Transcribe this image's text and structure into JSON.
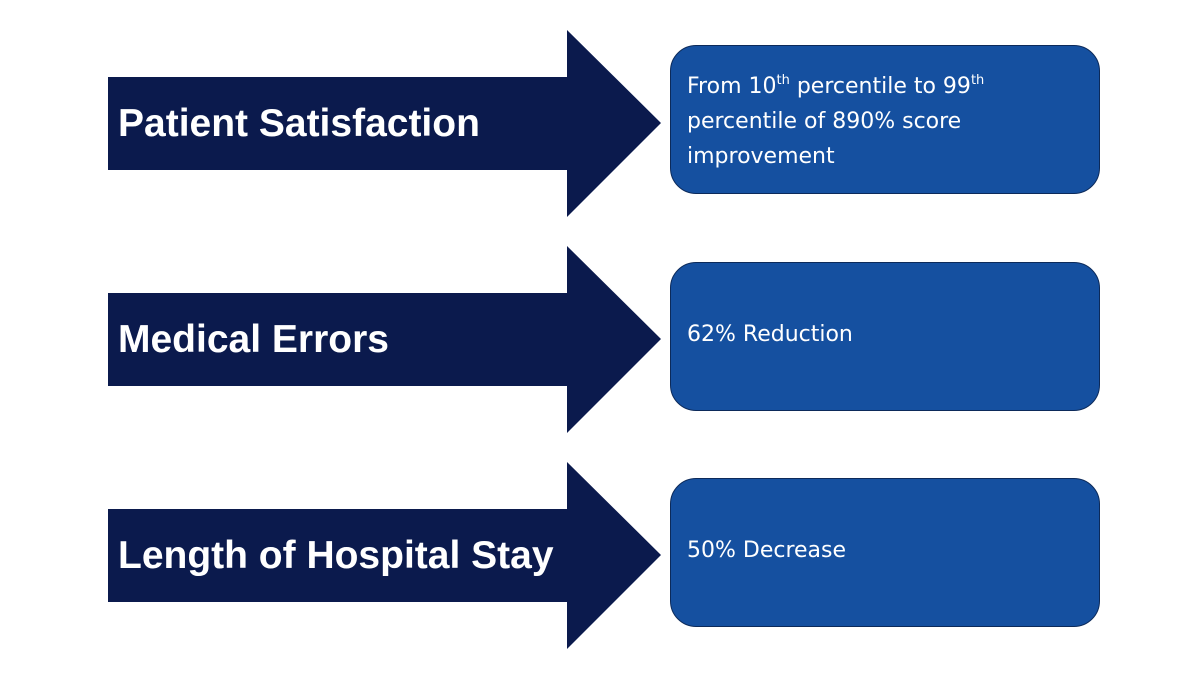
{
  "colors": {
    "arrow": "#0b1a4d",
    "box": "#1550a0",
    "text": "#ffffff"
  },
  "rows": [
    {
      "label": "Patient Satisfaction",
      "result": {
        "part1": "From 10",
        "sup1": "th",
        "part2": " percentile to 99",
        "sup2": "th",
        "part3": " percentile of 890% score improvement"
      }
    },
    {
      "label": "Medical Errors",
      "result": {
        "text": "62% Reduction"
      }
    },
    {
      "label": "Length of Hospital Stay",
      "result": {
        "text": "50% Decrease"
      }
    }
  ]
}
